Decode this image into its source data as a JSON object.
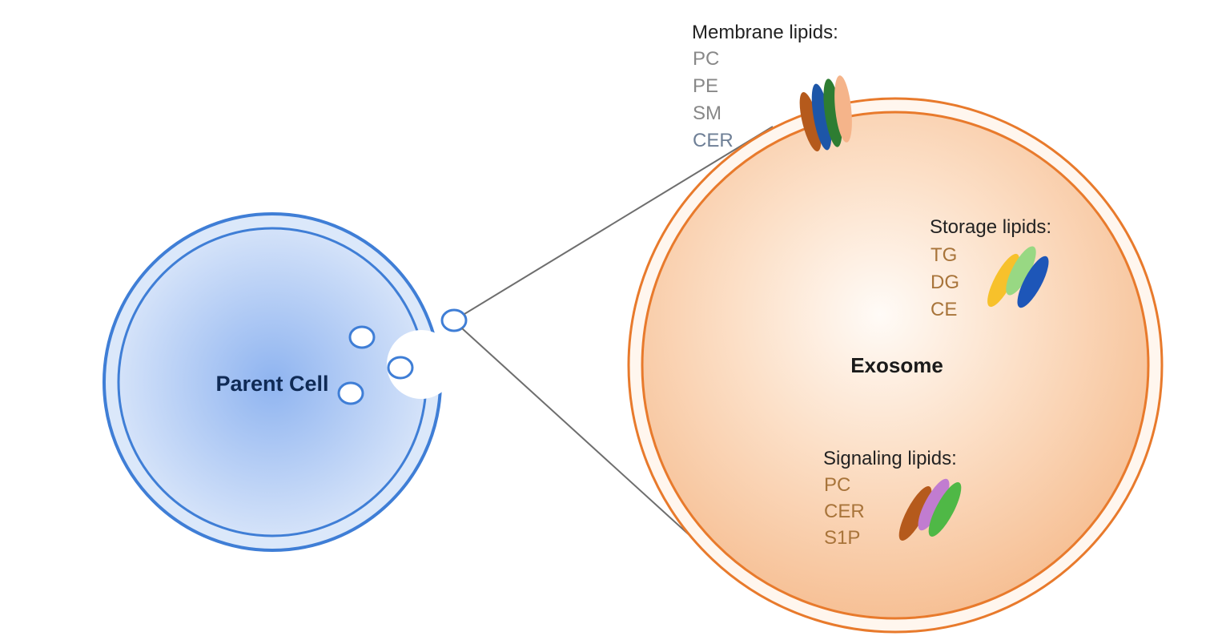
{
  "parent_cell": {
    "label": "Parent Cell"
  },
  "exosome": {
    "label": "Exosome"
  },
  "membrane_lipids": {
    "title": "Membrane lipids:",
    "items": [
      "PC",
      "PE",
      "SM",
      "CER"
    ]
  },
  "storage_lipids": {
    "title": "Storage lipids:",
    "items": [
      "TG",
      "DG",
      "CE"
    ]
  },
  "signaling_lipids": {
    "title": "Signaling lipids:",
    "items": [
      "PC",
      "CER",
      "S1P"
    ]
  },
  "colors": {
    "parent_cell_stroke": "#3f7ed6",
    "parent_cell_fill_center": "#8fb4f0",
    "parent_cell_fill_edge": "#dce8fa",
    "exosome_stroke": "#e87a2c",
    "exosome_fill_center": "#fffaf6",
    "exosome_fill_edge": "#f7c49a",
    "title_text": "#222222",
    "membrane_items": "#888888",
    "storage_signaling_items": "#a8743a",
    "label_text": "#0f2a55"
  }
}
